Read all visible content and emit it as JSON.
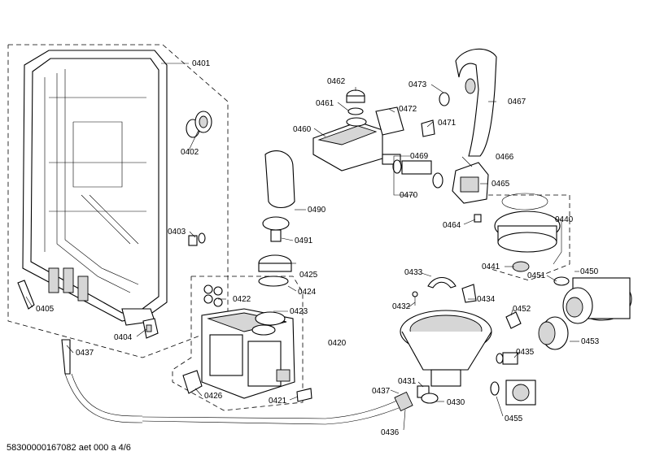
{
  "callouts": [
    {
      "id": "c0401",
      "label": "0401"
    },
    {
      "id": "c0402",
      "label": "0402"
    },
    {
      "id": "c0403",
      "label": "0403"
    },
    {
      "id": "c0404",
      "label": "0404"
    },
    {
      "id": "c0405",
      "label": "0405"
    },
    {
      "id": "c0437a",
      "label": "0437"
    },
    {
      "id": "c0462",
      "label": "0462"
    },
    {
      "id": "c0461",
      "label": "0461"
    },
    {
      "id": "c0460",
      "label": "0460"
    },
    {
      "id": "c0472",
      "label": "0472"
    },
    {
      "id": "c0473",
      "label": "0473"
    },
    {
      "id": "c0471",
      "label": "0471"
    },
    {
      "id": "c0467",
      "label": "0467"
    },
    {
      "id": "c0469",
      "label": "0469"
    },
    {
      "id": "c0470",
      "label": "0470"
    },
    {
      "id": "c0466",
      "label": "0466"
    },
    {
      "id": "c0465",
      "label": "0465"
    },
    {
      "id": "c0464",
      "label": "0464"
    },
    {
      "id": "c0440",
      "label": "0440"
    },
    {
      "id": "c0441",
      "label": "0441"
    },
    {
      "id": "c0490",
      "label": "0490"
    },
    {
      "id": "c0491",
      "label": "0491"
    },
    {
      "id": "c0425",
      "label": "0425"
    },
    {
      "id": "c0424",
      "label": "0424"
    },
    {
      "id": "c0422",
      "label": "0422"
    },
    {
      "id": "c0423",
      "label": "0423"
    },
    {
      "id": "c0420",
      "label": "0420"
    },
    {
      "id": "c0426",
      "label": "0426"
    },
    {
      "id": "c0421",
      "label": "0421"
    },
    {
      "id": "c0433",
      "label": "0433"
    },
    {
      "id": "c0434",
      "label": "0434"
    },
    {
      "id": "c0432",
      "label": "0432"
    },
    {
      "id": "c0450",
      "label": "0450"
    },
    {
      "id": "c0451",
      "label": "0451"
    },
    {
      "id": "c0452",
      "label": "0452"
    },
    {
      "id": "c0453",
      "label": "0453"
    },
    {
      "id": "c0435",
      "label": "0435"
    },
    {
      "id": "c0431",
      "label": "0431"
    },
    {
      "id": "c0437b",
      "label": "0437"
    },
    {
      "id": "c0430",
      "label": "0430"
    },
    {
      "id": "c0436",
      "label": "0436"
    },
    {
      "id": "c0455",
      "label": "0455"
    }
  ],
  "footer": {
    "text": "58300000167082 aet 000 a 4/6"
  }
}
